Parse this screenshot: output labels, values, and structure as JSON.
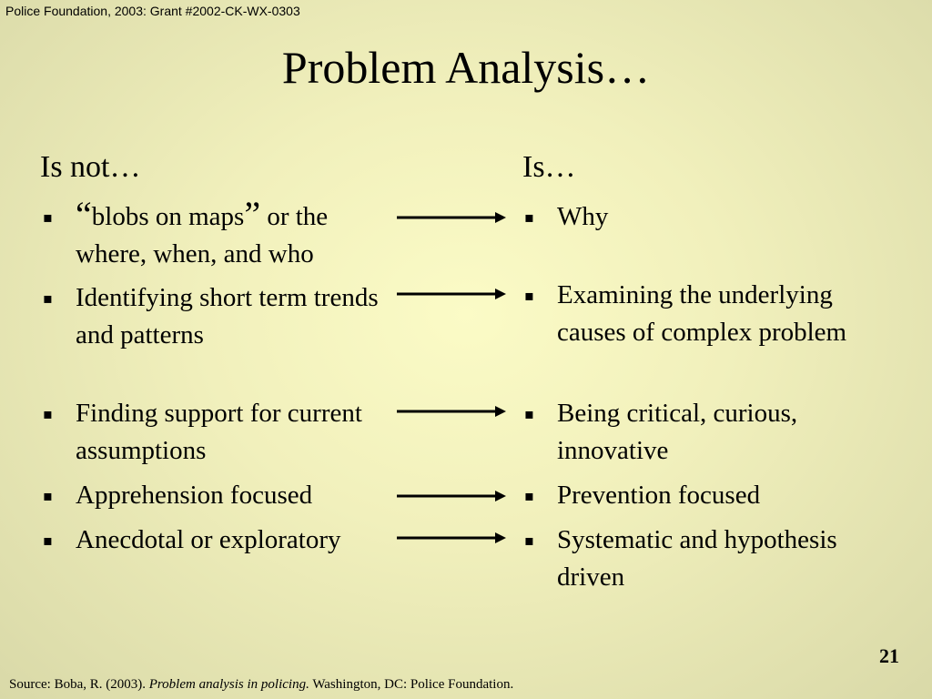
{
  "header_note": "Police Foundation, 2003: Grant #2002-CK-WX-0303",
  "title": "Problem Analysis…",
  "left": {
    "heading": "Is not…",
    "items": [
      {
        "open_quote": "“",
        "quoted": "blobs on maps",
        "close_quote": "”",
        "text": " or the where, when, and who"
      },
      {
        "text": "Identifying short term trends and patterns"
      },
      {
        "text": "Finding support for current assumptions"
      },
      {
        "text": "Apprehension focused"
      },
      {
        "text": "Anecdotal or exploratory"
      }
    ]
  },
  "right": {
    "heading": "Is…",
    "items": [
      {
        "text": "Why"
      },
      {
        "text": "Examining the underlying causes of complex problem"
      },
      {
        "text": "Being critical, curious, innovative"
      },
      {
        "text": "Prevention focused"
      },
      {
        "text": "Systematic and hypothesis driven"
      }
    ]
  },
  "bullet_glyph": "▪",
  "page_number": "21",
  "source": {
    "prefix": "Source: Boba, R. (2003). ",
    "italic": "Problem analysis in policing.",
    "suffix": " Washington, DC: Police Foundation."
  }
}
